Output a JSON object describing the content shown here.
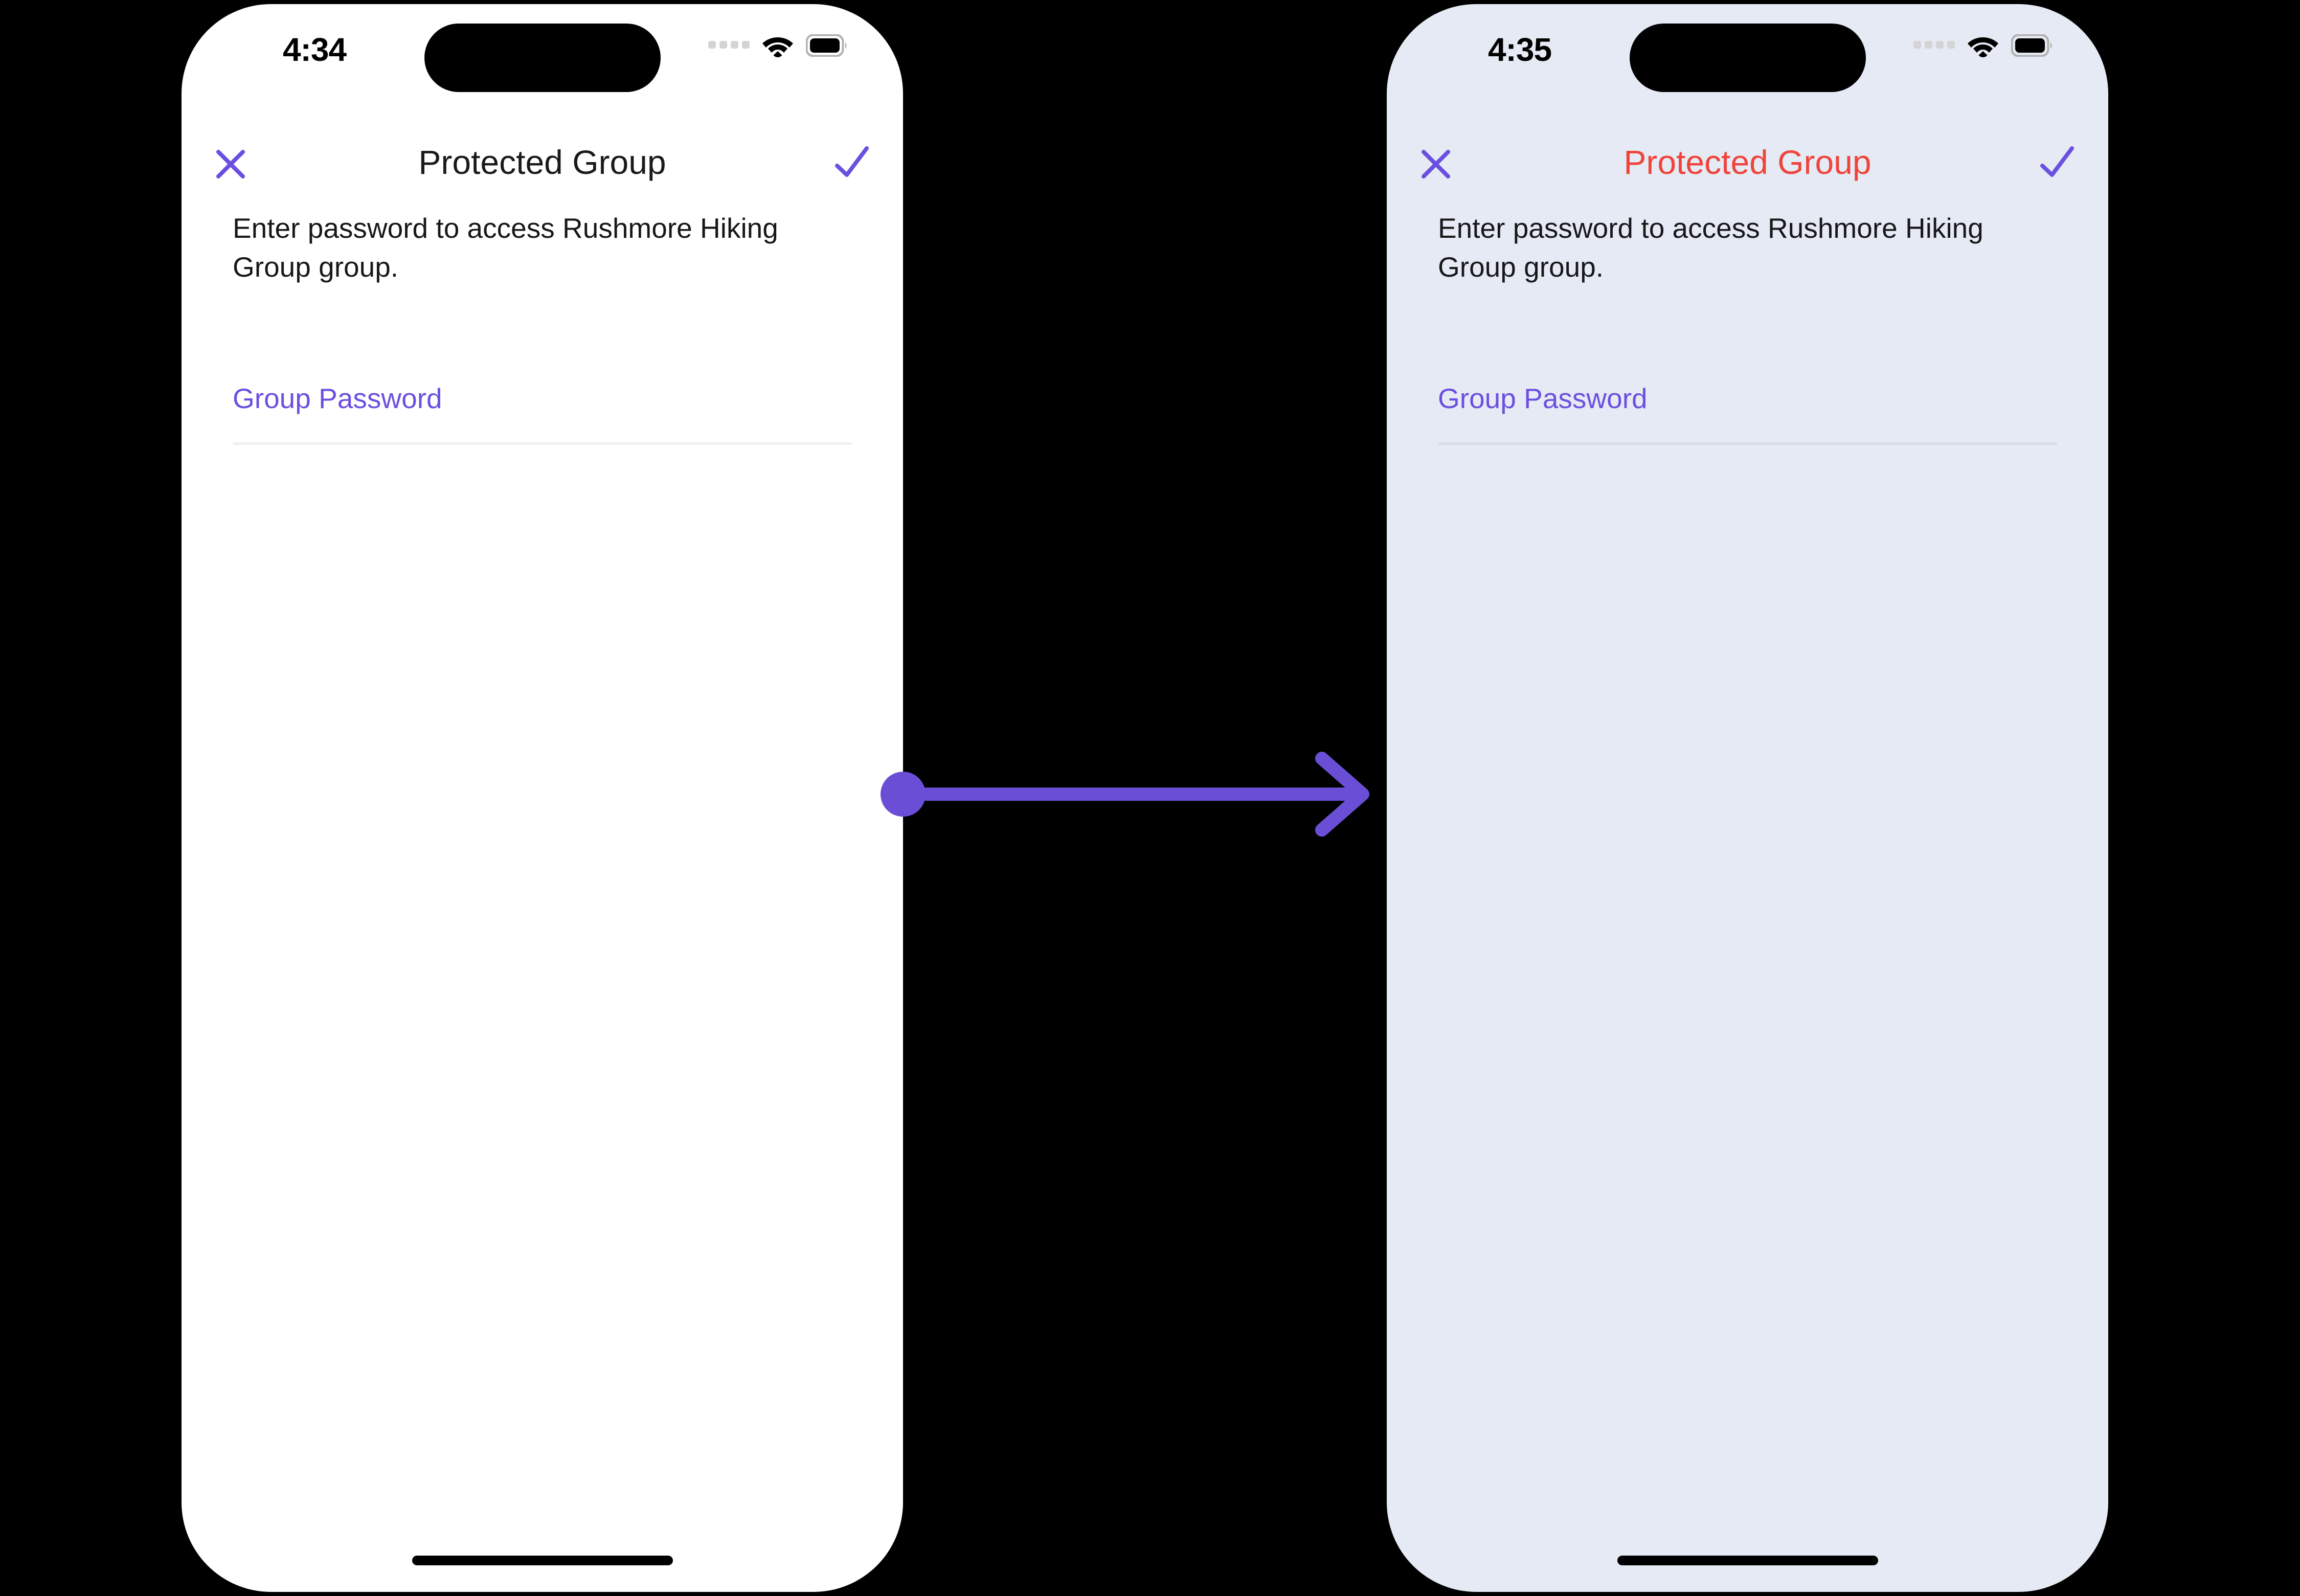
{
  "colors": {
    "accent_purple": "#6B4FE0",
    "error_red": "#F0433A",
    "left_screen_bg": "#FFFFFF",
    "right_screen_bg": "#E5EAF4",
    "canvas_bg": "#000000",
    "divider": "#EFEFEF",
    "connector": "#6A4FD6"
  },
  "screens": [
    {
      "id": "before",
      "status_bar": {
        "time": "4:34",
        "cellular_icon": "cellular-signal-icon",
        "wifi_icon": "wifi-icon",
        "battery_icon": "battery-full-icon",
        "dynamic_island": "dynamic-island"
      },
      "nav": {
        "close_icon": "close-x-icon",
        "title": "Protected Group",
        "title_state": "normal",
        "confirm_icon": "checkmark-icon"
      },
      "body": {
        "description": "Enter password to access Rushmore Hiking Group group.",
        "field_label": "Group Password",
        "field_value": "",
        "field_placeholder": ""
      },
      "home_indicator": "home-indicator"
    },
    {
      "id": "after",
      "status_bar": {
        "time": "4:35",
        "cellular_icon": "cellular-signal-icon",
        "wifi_icon": "wifi-icon",
        "battery_icon": "battery-full-icon",
        "dynamic_island": "dynamic-island"
      },
      "nav": {
        "close_icon": "close-x-icon",
        "title": "Protected Group",
        "title_state": "error",
        "confirm_icon": "checkmark-icon"
      },
      "body": {
        "description": "Enter password to access Rushmore Hiking Group group.",
        "field_label": "Group Password",
        "field_value": "",
        "field_placeholder": ""
      },
      "home_indicator": "home-indicator"
    }
  ],
  "connector": {
    "icon": "arrow-right-icon",
    "start_marker": "circle-dot",
    "label": ""
  }
}
